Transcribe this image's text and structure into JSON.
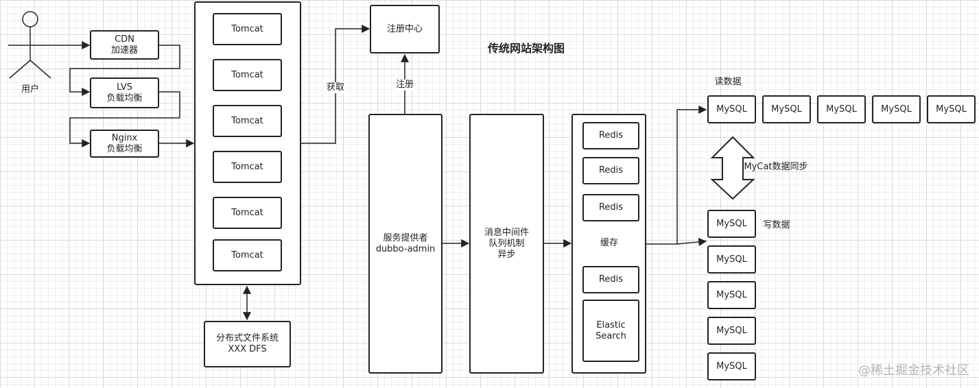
{
  "title": "传统网站架构图",
  "user_label": "用户",
  "cdn": {
    "line1": "CDN",
    "line2": "加速器"
  },
  "lvs": {
    "line1": "LVS",
    "line2": "负载均衡"
  },
  "nginx": {
    "line1": "Nginx",
    "line2": "负载均衡"
  },
  "tomcats": [
    "Tomcat",
    "Tomcat",
    "Tomcat",
    "Tomcat",
    "Tomcat",
    "Tomcat"
  ],
  "dfs": {
    "line1": "分布式文件系统",
    "line2": "XXX DFS"
  },
  "registry": "注册中心",
  "fetch_label": "获取",
  "register_label": "注册",
  "provider": {
    "line1": "服务提供者",
    "line2": "dubbo-admin"
  },
  "mq": {
    "line1": "消息中间件",
    "line2": "队列机制",
    "line3": "异步"
  },
  "cache": {
    "label": "缓存",
    "redis": [
      "Redis",
      "Redis",
      "Redis",
      "Redis"
    ],
    "es_line1": "Elastic",
    "es_line2": "Search"
  },
  "read_label": "读数据",
  "write_label": "写数据",
  "sync_label": "MyCat数据同步",
  "read_dbs": [
    "MySQL",
    "MySQL",
    "MySQL",
    "MySQL",
    "MySQL"
  ],
  "write_dbs": [
    "MySQL",
    "MySQL",
    "MySQL",
    "MySQL",
    "MySQL"
  ],
  "watermark": "@稀土掘金技术社区"
}
